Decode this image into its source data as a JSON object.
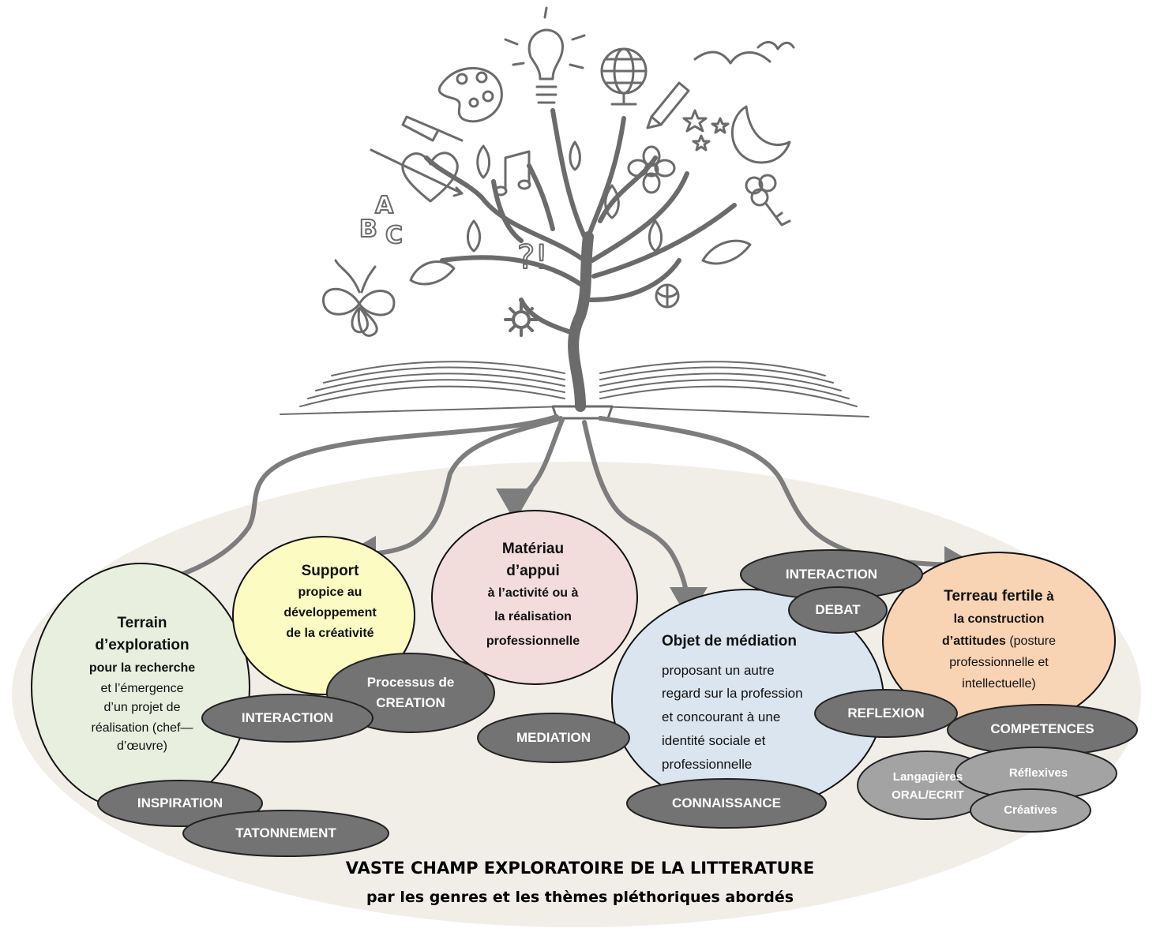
{
  "colors": {
    "field": "#f1eee8",
    "tree": "#6b6b6b",
    "arrow": "#7d7d7d",
    "terrain": "#e8efdf",
    "support": "#fbfbc2",
    "materiau": "#f2dcdc",
    "objet": "#dbe5f0",
    "terreau": "#f8d3b4",
    "pill_dark": "#737373",
    "pill_light": "#a3a3a3"
  },
  "circles": {
    "terrain": {
      "title1": "Terrain",
      "title2": "d’exploration",
      "sub": "pour la recherche",
      "body": [
        "et l’émergence",
        "d’un projet de",
        "réalisation (chef—",
        "d’œuvre)"
      ]
    },
    "support": {
      "title": "Support",
      "body": [
        "propice au",
        "développement",
        "de la créativité"
      ]
    },
    "materiau": {
      "title1": "Matériau",
      "title2": "d’appui",
      "body": [
        "à l’activité ou à",
        "la réalisation",
        "professionnelle"
      ]
    },
    "objet": {
      "title": "Objet de médiation",
      "body": [
        "proposant un autre",
        "regard sur la profession",
        "et concourant  à une",
        "identité  sociale et",
        "professionnelle"
      ]
    },
    "terreau": {
      "title_bold": "Terreau fertile",
      "title_tail": " à",
      "line2": "la construction",
      "line3_bold": "d’attitudes",
      "line3_tail": " (posture",
      "body": [
        "professionnelle et",
        "intellectuelle)"
      ]
    }
  },
  "pills": {
    "interaction_left": "INTERACTION",
    "processus": [
      "Processus de",
      "CREATION"
    ],
    "inspiration": "INSPIRATION",
    "tatonnement": "TATONNEMENT",
    "mediation": "MEDIATION",
    "interaction_right": "INTERACTION",
    "debat": "DEBAT",
    "reflexion": "REFLEXION",
    "connaissance": "CONNAISSANCE",
    "competences": "COMPETENCES",
    "langagieres": [
      "Langagières",
      "ORAL/ECRIT"
    ],
    "reflexives": "Réflexives",
    "creatives": "Créatives"
  },
  "tree_glyphs": {
    "abc": [
      "A",
      "B",
      "C"
    ],
    "question": "?!"
  },
  "footer": {
    "title": "VASTE CHAMP EXPLORATOIRE DE LA LITTERATURE",
    "subtitle": "par les genres et les thèmes pléthoriques abordés"
  }
}
